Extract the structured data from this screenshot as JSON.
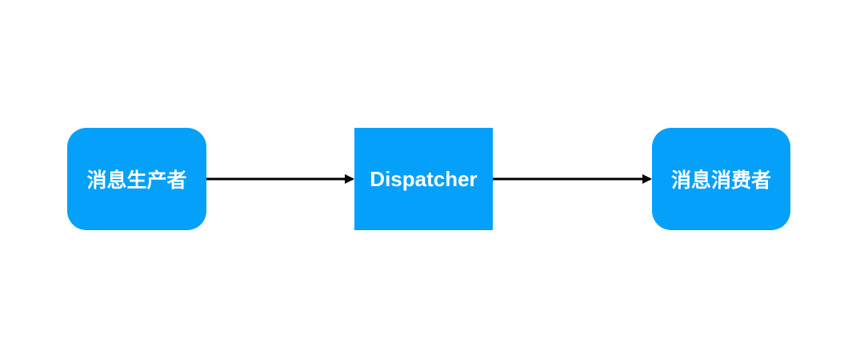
{
  "colors": {
    "node_fill": "#05a0fa",
    "node_text": "#ffffff",
    "edge": "#000000",
    "background": "#ffffff"
  },
  "nodes": {
    "producer": {
      "label": "消息生产者",
      "shape": "rounded-rectangle"
    },
    "dispatcher": {
      "label": "Dispatcher",
      "shape": "rectangle"
    },
    "consumer": {
      "label": "消息消费者",
      "shape": "rounded-rectangle"
    }
  },
  "edges": [
    {
      "from": "producer",
      "to": "dispatcher",
      "style": "solid-arrow"
    },
    {
      "from": "dispatcher",
      "to": "consumer",
      "style": "solid-arrow"
    }
  ]
}
